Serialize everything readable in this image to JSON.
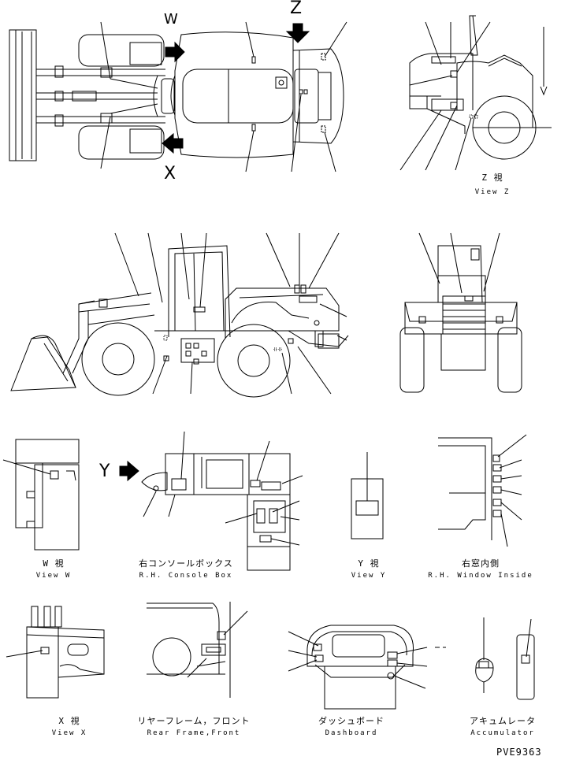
{
  "arrow_letters": {
    "w": "W",
    "x": "X",
    "y": "Y",
    "z": "Z"
  },
  "views": [
    {
      "key": "view_z",
      "jp": "Z 視",
      "en": "View Z"
    },
    {
      "key": "view_w",
      "jp": "W 視",
      "en": "View W"
    },
    {
      "key": "rh_console",
      "jp": "右コンソールボックス",
      "en": "R.H. Console Box"
    },
    {
      "key": "view_y",
      "jp": "Y 視",
      "en": "View Y"
    },
    {
      "key": "rh_window",
      "jp": "右窓内側",
      "en": "R.H. Window Inside"
    },
    {
      "key": "view_x",
      "jp": "X 視",
      "en": "View X"
    },
    {
      "key": "rear_frame",
      "jp": "リヤーフレーム，フロント",
      "en": "Rear Frame,Front"
    },
    {
      "key": "dashboard",
      "jp": "ダッシュボード",
      "en": "Dashboard"
    },
    {
      "key": "accumulator",
      "jp": "アキュムレータ",
      "en": "Accumulator"
    }
  ],
  "drawing_code": "PVE9363"
}
